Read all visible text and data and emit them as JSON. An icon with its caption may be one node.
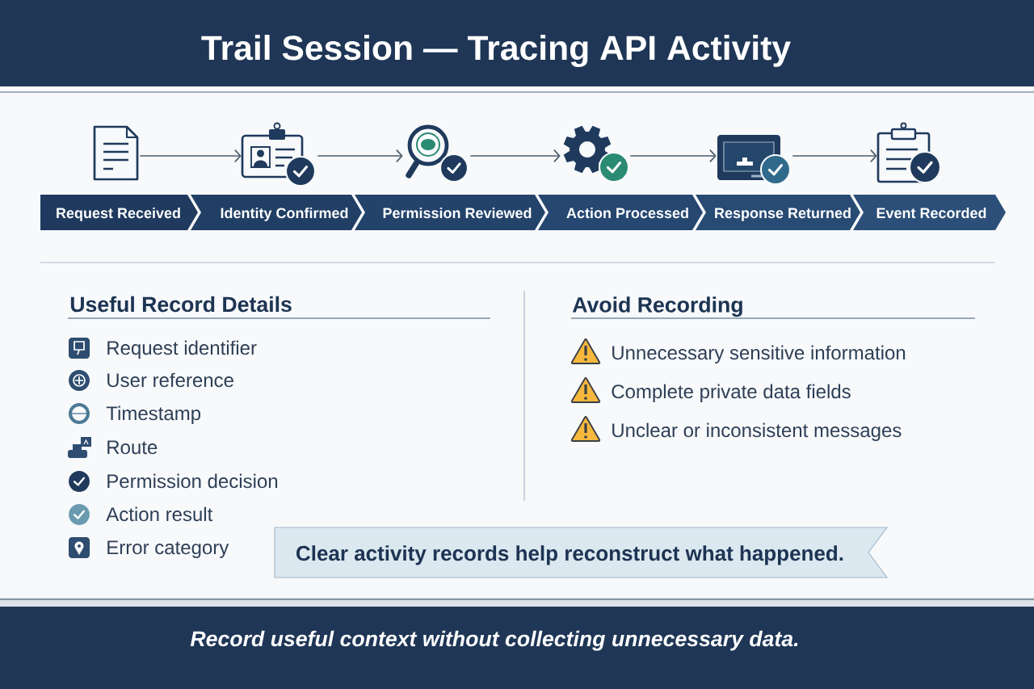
{
  "diagram": {
    "title": "Trail Session — Tracing API Activity",
    "caption": "Record useful context without collecting unnecessary data.",
    "nodes": [
      {
        "text": [],
        "shape": "picture"
      },
      {
        "text": [],
        "shape": "picture"
      },
      {
        "text": [],
        "shape": "picture"
      },
      {
        "text": [],
        "shape": "picture"
      },
      {
        "text": [],
        "shape": "picture"
      },
      {
        "text": [],
        "shape": "picture"
      },
      {
        "text": [
          "Request Received"
        ]
      },
      {
        "text": [
          "Identity Confirmed"
        ]
      },
      {
        "text": [
          "Permission Reviewed"
        ]
      },
      {
        "text": [
          "Action Processed"
        ]
      },
      {
        "text": [
          "Response Returned"
        ]
      },
      {
        "text": [
          "Event Recorded"
        ]
      },
      {
        "text": [
          "Clear activity records help reconstruct what happened."
        ]
      }
    ],
    "edges": [
      {
        "from": 0,
        "to": 1,
        "arrow": "to"
      },
      {
        "from": 1,
        "to": 2,
        "arrow": "to"
      },
      {
        "from": 2,
        "to": 3,
        "arrow": "to"
      },
      {
        "from": 3,
        "to": 4,
        "arrow": "to"
      },
      {
        "from": 4,
        "to": 5,
        "arrow": "to"
      }
    ],
    "labels": [
      "Useful Record Details",
      "Request identifier",
      "User reference",
      "Timestamp",
      "Route",
      "Permission decision",
      "Action result",
      "Error category",
      "Avoid Recording",
      "Unnecessary sensitive information",
      "Complete private data fields",
      "Unclear or inconsistent messages"
    ]
  }
}
